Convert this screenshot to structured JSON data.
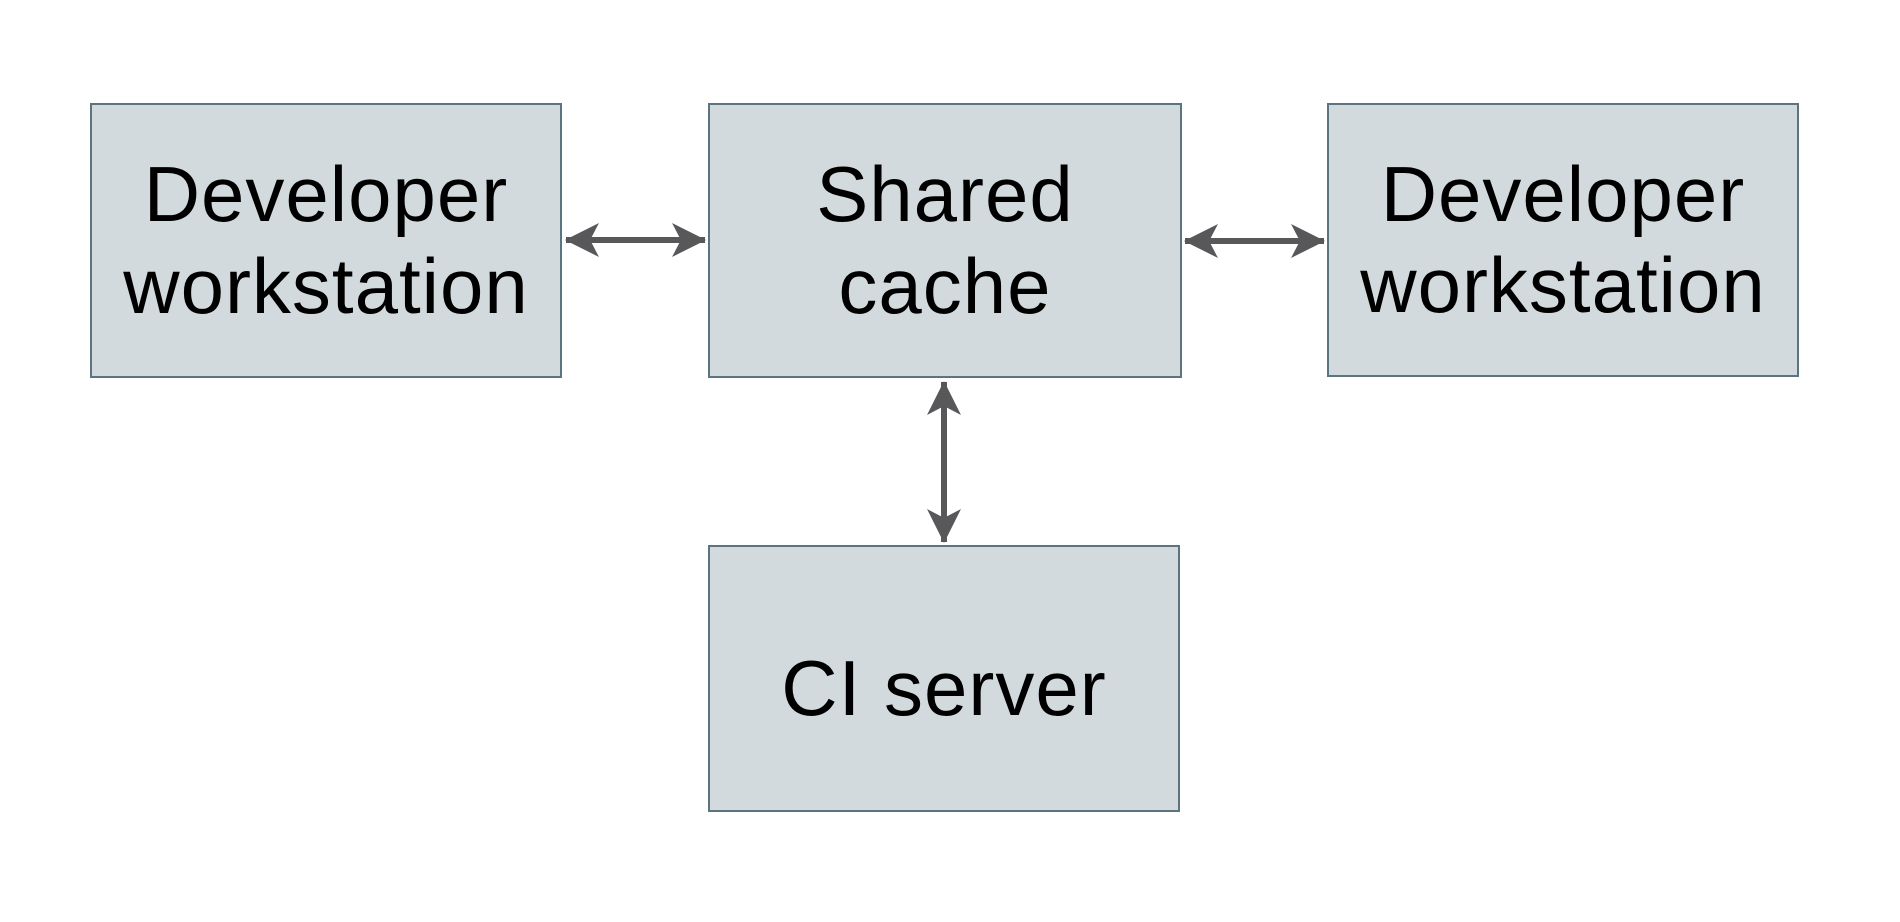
{
  "diagram": {
    "title": "",
    "nodes": {
      "dev_left": {
        "label": "Developer\nworkstation"
      },
      "cache": {
        "label": "Shared\ncache"
      },
      "dev_right": {
        "label": "Developer\nworkstation"
      },
      "ci": {
        "label": "CI server"
      }
    },
    "edges": [
      {
        "from": "dev_left",
        "to": "cache",
        "type": "bidirectional-arrow"
      },
      {
        "from": "cache",
        "to": "dev_right",
        "type": "bidirectional-arrow"
      },
      {
        "from": "cache",
        "to": "ci",
        "type": "bidirectional-arrow"
      }
    ],
    "colors": {
      "node_fill": "#d3dadd",
      "node_border": "#5c7480",
      "arrow": "#58585a",
      "text": "#000000",
      "background": "#ffffff"
    }
  }
}
